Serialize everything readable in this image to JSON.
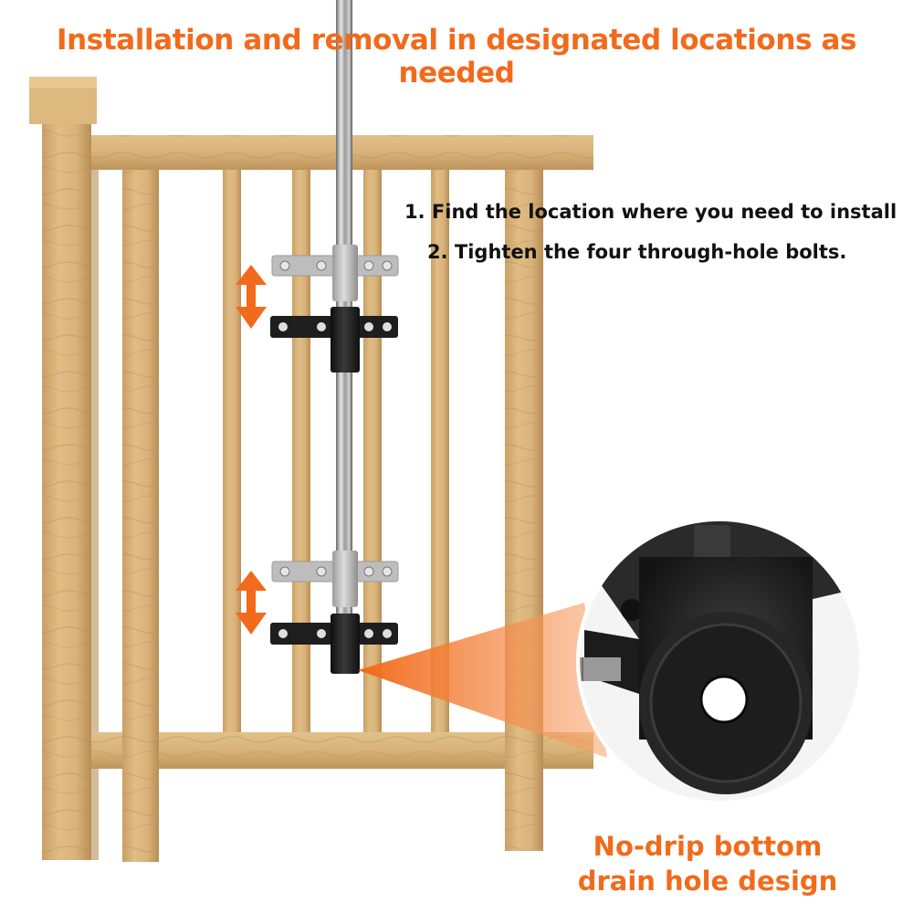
{
  "headline": "Installation and removal in designated locations as needed",
  "steps": [
    "1. Find the location where you need to install",
    "2. Tighten the four through-hole bolts."
  ],
  "caption": {
    "line1": "No-drip bottom",
    "line2": "drain hole design"
  },
  "colors": {
    "accent": "#f26a1b",
    "wood": "#d9b57c",
    "wood_dark": "#b98f56",
    "bracket_black": "#1e1e1e",
    "bracket_gray": "#b9b9b9",
    "arrow": "#f26a1b"
  },
  "icons": [
    "up-down-arrow-icon",
    "up-down-arrow-icon"
  ]
}
